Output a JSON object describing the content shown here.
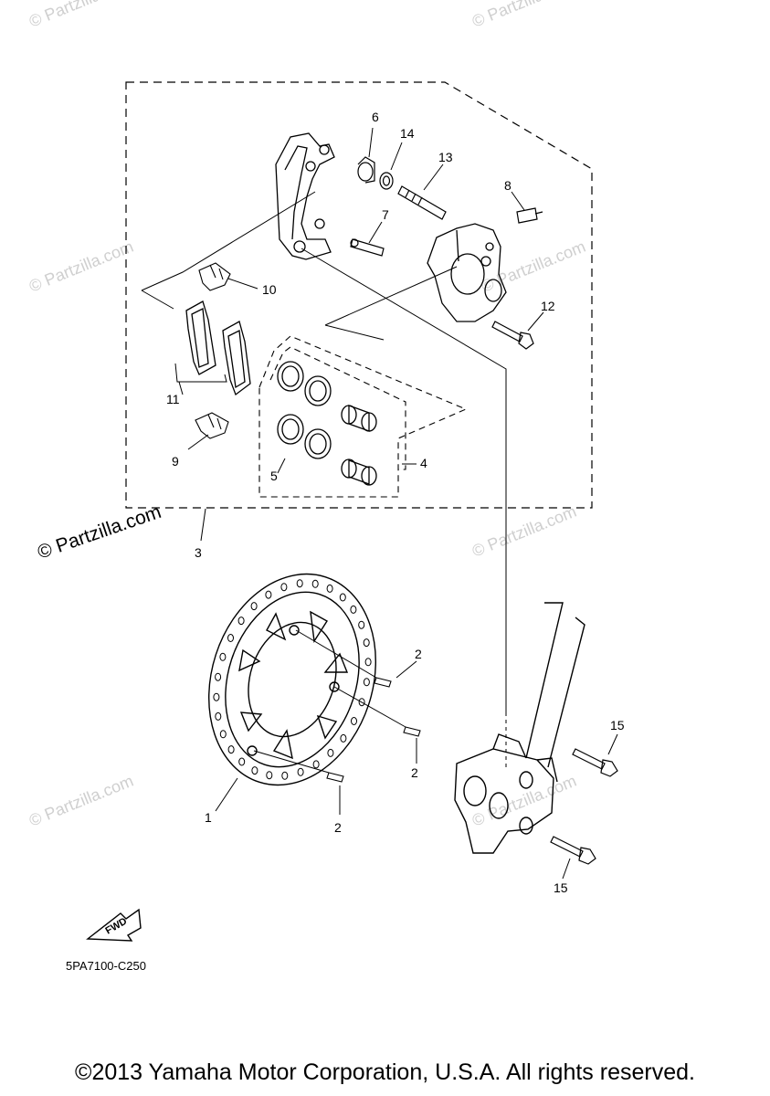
{
  "watermarks": {
    "main": "© Partzilla.com",
    "faint": "© Partzilla.com"
  },
  "callouts": {
    "p1": "1",
    "p2a": "2",
    "p2b": "2",
    "p2c": "2",
    "p3": "3",
    "p4": "4",
    "p5": "5",
    "p6": "6",
    "p7": "7",
    "p8": "8",
    "p9": "9",
    "p10": "10",
    "p11": "11",
    "p12": "12",
    "p13": "13",
    "p14": "14",
    "p15a": "15",
    "p15b": "15"
  },
  "fwd_label": "FWD",
  "diagram_code": "5PA7100-C250",
  "copyright": "©2013 Yamaha Motor Corporation, U.S.A. All rights reserved."
}
